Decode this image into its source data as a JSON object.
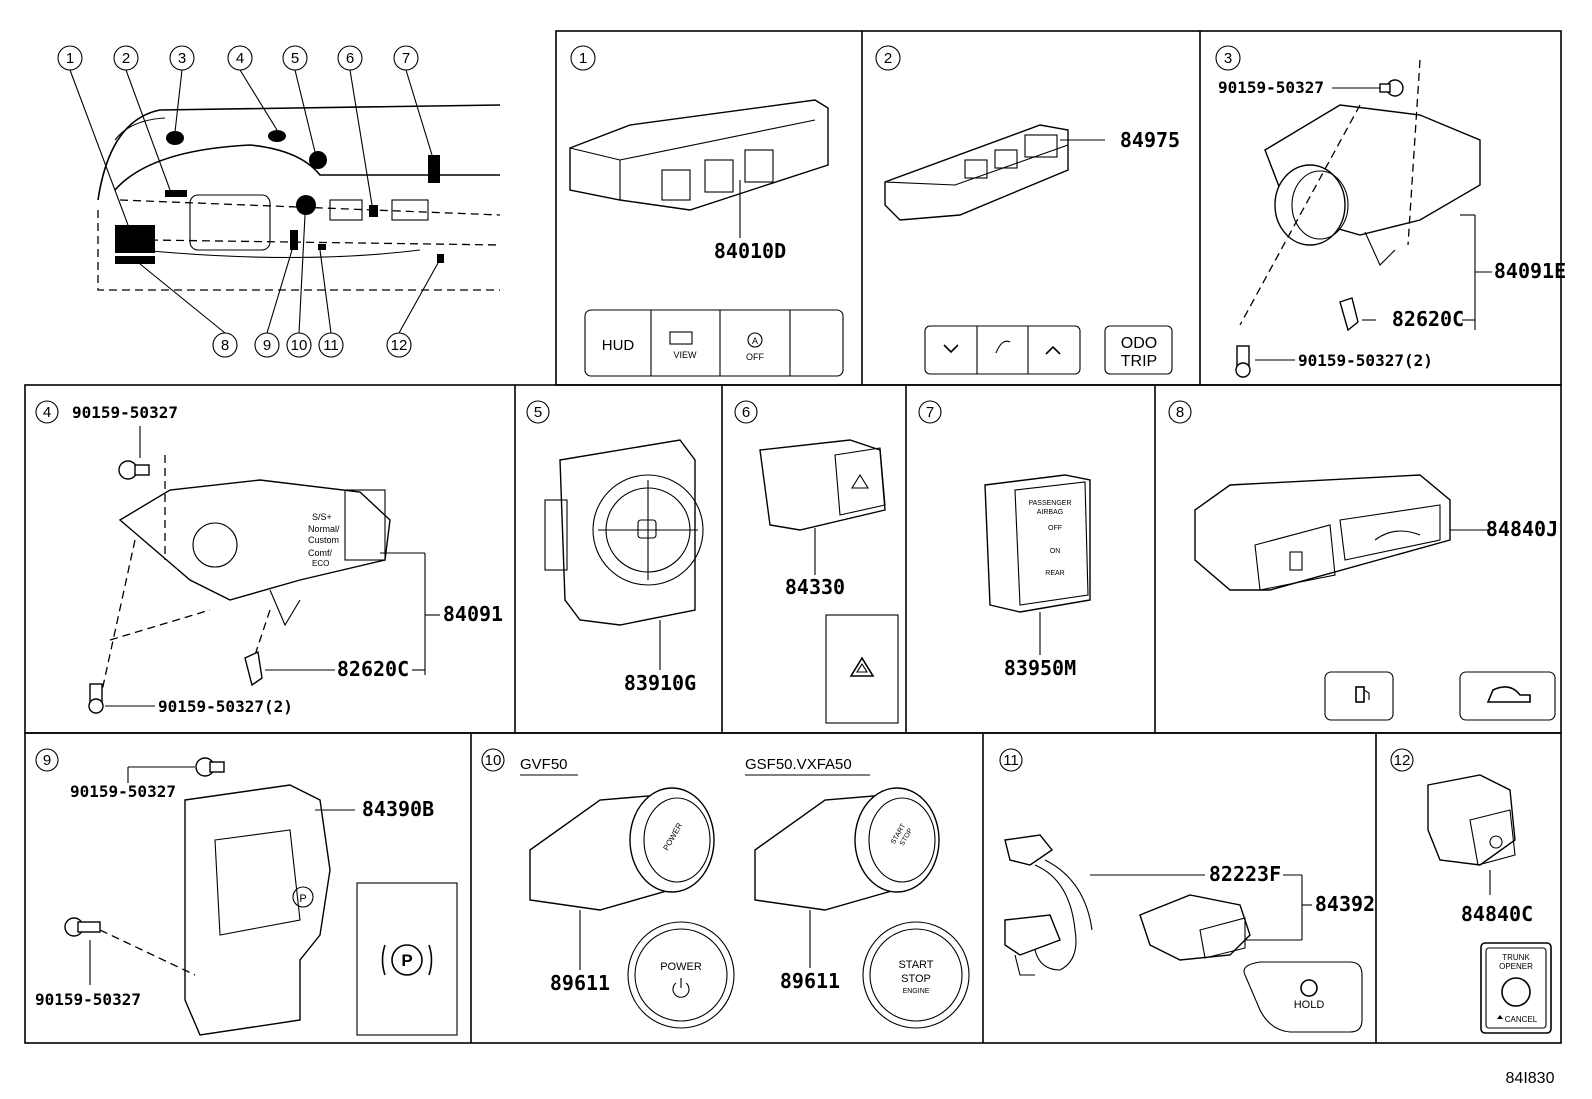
{
  "sheet_code": "84I830",
  "overview": {
    "callouts": [
      "1",
      "2",
      "3",
      "4",
      "5",
      "6",
      "7",
      "8",
      "9",
      "10",
      "11",
      "12"
    ]
  },
  "panels": [
    {
      "id": "1",
      "parts": [
        "84010D"
      ],
      "buttons": {
        "hud": "HUD",
        "view": "VIEW",
        "auto_off_a": "A",
        "auto_off": "OFF"
      }
    },
    {
      "id": "2",
      "parts": [
        "84975"
      ],
      "buttons": {
        "odo": "ODO",
        "trip": "TRIP"
      }
    },
    {
      "id": "3",
      "parts": [
        "90159-50327",
        "84091E",
        "82620C",
        "90159-50327(2)"
      ]
    },
    {
      "id": "4",
      "parts": [
        "90159-50327",
        "84091",
        "82620C",
        "90159-50327(2)"
      ],
      "switch_text": [
        "S/S+",
        "Normal/",
        "Custom",
        "Comf/",
        "ECO"
      ]
    },
    {
      "id": "5",
      "parts": [
        "83910G"
      ]
    },
    {
      "id": "6",
      "parts": [
        "84330"
      ]
    },
    {
      "id": "7",
      "parts": [
        "83950M"
      ],
      "indicator_text": [
        "PASSENGER",
        "AIRBAG",
        "OFF",
        "ON",
        "REAR"
      ]
    },
    {
      "id": "8",
      "parts": [
        "84840J"
      ]
    },
    {
      "id": "9",
      "parts": [
        "90159-50327",
        "84390B",
        "90159-50327"
      ],
      "button_text": "P"
    },
    {
      "id": "10",
      "variants": [
        "GVF50",
        "GSF50.VXFA50"
      ],
      "parts": [
        "89611",
        "89611"
      ],
      "button_power": "POWER",
      "button_start": [
        "START",
        "STOP",
        "ENGINE"
      ]
    },
    {
      "id": "11",
      "parts": [
        "82223F",
        "84392"
      ],
      "button_text": "HOLD"
    },
    {
      "id": "12",
      "parts": [
        "84840C"
      ],
      "button_text": [
        "TRUNK",
        "OPENER",
        "CANCEL"
      ]
    }
  ]
}
